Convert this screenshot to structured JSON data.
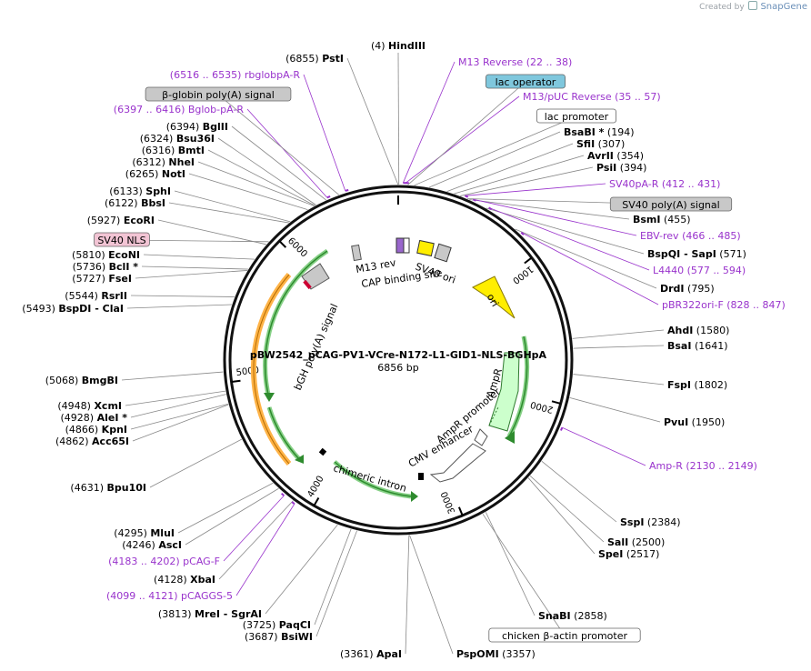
{
  "branding": {
    "prefix": "Created by",
    "product": "SnapGene"
  },
  "plasmid": {
    "name": "pBW2542_pCAG-PV1-VCre-N172-L1-GID1-NLS-BGHpA",
    "size_label": "6856 bp",
    "length": 6856
  },
  "ruler": [
    {
      "bp": 1000,
      "label": "1000"
    },
    {
      "bp": 2000,
      "label": "2000"
    },
    {
      "bp": 3000,
      "label": "3000"
    },
    {
      "bp": 4000,
      "label": "4000"
    },
    {
      "bp": 5000,
      "label": "5000"
    },
    {
      "bp": 6000,
      "label": "6000"
    }
  ],
  "colors": {
    "site": "#000000",
    "primer": "#9933cc",
    "grey_box": "#c8c8c8",
    "lac_box": "#7fc7dd",
    "nls_box": "#f2c4d4",
    "white_box": "#ffffff",
    "ori": "#ffee00",
    "ampr": "#ccffcc",
    "polya": "#ffb347",
    "enh": "#ffffff"
  },
  "sites": [
    {
      "name": "HindIII",
      "pos": "(4)",
      "bp": 4
    },
    {
      "name": "PstI",
      "pos": "(6855)",
      "bp": 6855
    },
    {
      "name": "BsaBI *",
      "pos": "(194)",
      "bp": 194
    },
    {
      "name": "SfiI",
      "pos": "(307)",
      "bp": 307
    },
    {
      "name": "AvrII",
      "pos": "(354)",
      "bp": 354
    },
    {
      "name": "PsiI",
      "pos": "(394)",
      "bp": 394
    },
    {
      "name": "BsmI",
      "pos": "(455)",
      "bp": 455
    },
    {
      "name": "BspQI - SapI",
      "pos": "(571)",
      "bp": 571
    },
    {
      "name": "DrdI",
      "pos": "(795)",
      "bp": 795
    },
    {
      "name": "AhdI",
      "pos": "(1580)",
      "bp": 1580
    },
    {
      "name": "BsaI",
      "pos": "(1641)",
      "bp": 1641
    },
    {
      "name": "FspI",
      "pos": "(1802)",
      "bp": 1802
    },
    {
      "name": "PvuI",
      "pos": "(1950)",
      "bp": 1950
    },
    {
      "name": "SspI",
      "pos": "(2384)",
      "bp": 2384
    },
    {
      "name": "SalI",
      "pos": "(2500)",
      "bp": 2500
    },
    {
      "name": "SpeI",
      "pos": "(2517)",
      "bp": 2517
    },
    {
      "name": "SnaBI",
      "pos": "(2858)",
      "bp": 2858
    },
    {
      "name": "PspOMI",
      "pos": "(3357)",
      "bp": 3357
    },
    {
      "name": "ApaI",
      "pos": "(3361)",
      "bp": 3361
    },
    {
      "name": "BsiWI",
      "pos": "(3687)",
      "bp": 3687
    },
    {
      "name": "PaqCI",
      "pos": "(3725)",
      "bp": 3725
    },
    {
      "name": "MreI - SgrAI",
      "pos": "(3813)",
      "bp": 3813
    },
    {
      "name": "XbaI",
      "pos": "(4128)",
      "bp": 4128
    },
    {
      "name": "AscI",
      "pos": "(4246)",
      "bp": 4246
    },
    {
      "name": "MluI",
      "pos": "(4295)",
      "bp": 4295
    },
    {
      "name": "Bpu10I",
      "pos": "(4631)",
      "bp": 4631
    },
    {
      "name": "Acc65I",
      "pos": "(4862)",
      "bp": 4862
    },
    {
      "name": "KpnI",
      "pos": "(4866)",
      "bp": 4866
    },
    {
      "name": "AleI *",
      "pos": "(4928)",
      "bp": 4928
    },
    {
      "name": "XcmI",
      "pos": "(4948)",
      "bp": 4948
    },
    {
      "name": "BmgBI",
      "pos": "(5068)",
      "bp": 5068
    },
    {
      "name": "BspDI - ClaI",
      "pos": "(5493)",
      "bp": 5493
    },
    {
      "name": "RsrII",
      "pos": "(5544)",
      "bp": 5544
    },
    {
      "name": "FseI",
      "pos": "(5727)",
      "bp": 5727
    },
    {
      "name": "BclI *",
      "pos": "(5736)",
      "bp": 5736
    },
    {
      "name": "EcoNI",
      "pos": "(5810)",
      "bp": 5810
    },
    {
      "name": "EcoRI",
      "pos": "(5927)",
      "bp": 5927
    },
    {
      "name": "BbsI",
      "pos": "(6122)",
      "bp": 6122
    },
    {
      "name": "SphI",
      "pos": "(6133)",
      "bp": 6133
    },
    {
      "name": "NotI",
      "pos": "(6265)",
      "bp": 6265
    },
    {
      "name": "NheI",
      "pos": "(6312)",
      "bp": 6312
    },
    {
      "name": "BmtI",
      "pos": "(6316)",
      "bp": 6316
    },
    {
      "name": "Bsu36I",
      "pos": "(6324)",
      "bp": 6324
    },
    {
      "name": "BglII",
      "pos": "(6394)",
      "bp": 6394
    }
  ],
  "primers": [
    {
      "name": "M13 Reverse",
      "range": "(22 .. 38)",
      "bp": 30
    },
    {
      "name": "M13/pUC Reverse",
      "range": "(35 .. 57)",
      "bp": 46
    },
    {
      "name": "SV40pA-R",
      "range": "(412 .. 431)",
      "bp": 421
    },
    {
      "name": "EBV-rev",
      "range": "(466 .. 485)",
      "bp": 475
    },
    {
      "name": "L4440",
      "range": "(577 .. 594)",
      "bp": 585
    },
    {
      "name": "pBR322ori-F",
      "range": "(828 .. 847)",
      "bp": 837
    },
    {
      "name": "Amp-R",
      "range": "(2130 .. 2149)",
      "bp": 2140
    },
    {
      "name": "pCAG-F",
      "range": "(4183 .. 4202)",
      "bp": 4192
    },
    {
      "name": "pCAGGS-5",
      "range": "(4099 .. 4121)",
      "bp": 4110
    },
    {
      "name": "Bglob-pA-R",
      "range": "(6397 .. 6416)",
      "bp": 6406
    },
    {
      "name": "rbglobpA-R",
      "range": "(6516 .. 6535)",
      "bp": 6525
    }
  ],
  "feature_boxes": [
    {
      "text": "lac operator",
      "bp": 60
    },
    {
      "text": "lac promoter",
      "bp": 100
    },
    {
      "text": "SV40 poly(A) signal",
      "bp": 440
    },
    {
      "text": "chicken β-actin promoter",
      "bp": 2880
    },
    {
      "text": "SV40 NLS",
      "bp": 5950
    },
    {
      "text": "β-globin poly(A) signal",
      "bp": 6480
    }
  ],
  "inner_labels": [
    {
      "text": "M13 rev"
    },
    {
      "text": "CAP binding site"
    },
    {
      "text": "SV40 ori"
    },
    {
      "text": "ori"
    },
    {
      "text": "AmpR"
    },
    {
      "text": "AmpR promoter"
    },
    {
      "text": "CMV enhancer"
    },
    {
      "text": "chimeric intron"
    },
    {
      "text": "bGH poly(A) signal"
    }
  ]
}
